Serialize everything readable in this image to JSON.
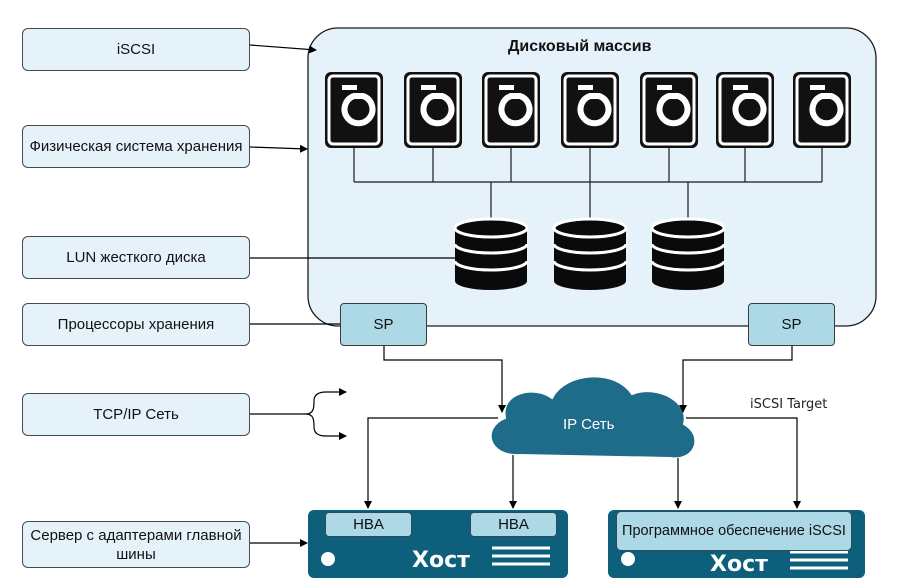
{
  "labels": {
    "iscsi": "iSCSI",
    "physical_storage": "Физическая система хранения",
    "lun": "LUN жесткого диска",
    "storage_processors": "Процессоры хранения",
    "tcpip": "TCP/IP Сеть",
    "server_hba": "Сервер с адаптерами главной шины"
  },
  "array": {
    "title": "Дисковый массив",
    "disk_count": 7,
    "lun_count": 3
  },
  "sp": {
    "left": "SP",
    "right": "SP"
  },
  "network": {
    "cloud_label": "IP Сеть",
    "target_label": "iSCSI Target"
  },
  "host_left": {
    "hba1": "HBA",
    "hba2": "HBA",
    "name": "Хост"
  },
  "host_right": {
    "software": "Программное обеспечение iSCSI",
    "name": "Хост"
  },
  "colors": {
    "array_fill": "#e6f2fa",
    "label_fill": "#e6f2fa",
    "sp_fill": "#add8e6",
    "cloud": "#1e6b8a",
    "host": "#0e5f7c",
    "disk": "#111111"
  }
}
